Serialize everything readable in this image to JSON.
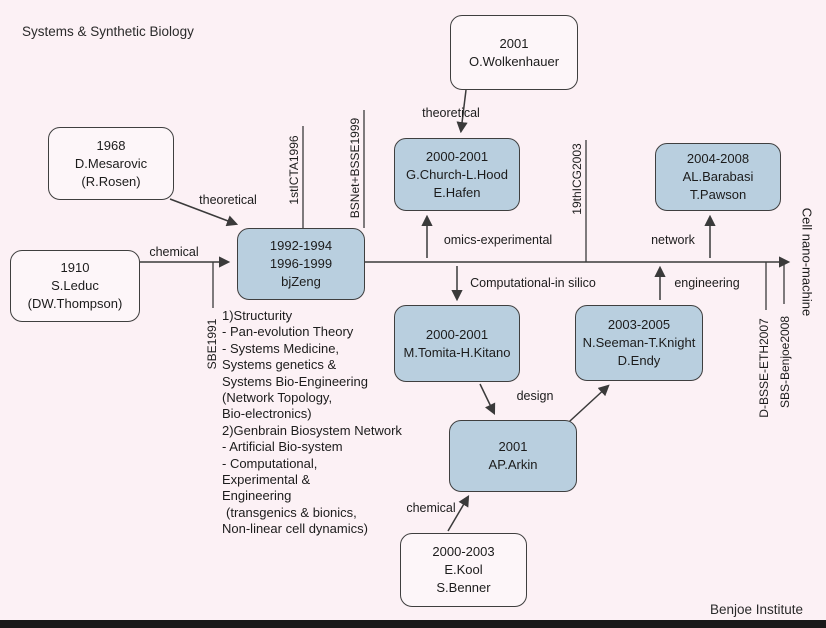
{
  "page": {
    "title": "Systems & Synthetic Biology",
    "credit": "Benjoe Institute"
  },
  "colors": {
    "background": "#fcf1f5",
    "node_blue": "#b9cfdf",
    "node_light": "#fdf6f9",
    "line": "#3a3a3a"
  },
  "nodes": {
    "wolkenhauer": {
      "lines": [
        "2001",
        "O.Wolkenhauer"
      ]
    },
    "mesarovic": {
      "lines": [
        "1968",
        "D.Mesarovic",
        "(R.Rosen)"
      ]
    },
    "leduc": {
      "lines": [
        "1910",
        "S.Leduc",
        "(DW.Thompson)"
      ]
    },
    "zeng": {
      "lines": [
        "1992-1994",
        "1996-1999",
        "bjZeng"
      ]
    },
    "church": {
      "lines": [
        "2000-2001",
        "G.Church-L.Hood",
        "E.Hafen"
      ]
    },
    "barabasi": {
      "lines": [
        "2004-2008",
        "AL.Barabasi",
        "T.Pawson"
      ]
    },
    "tomita": {
      "lines": [
        "2000-2001",
        "M.Tomita-H.Kitano"
      ]
    },
    "seeman": {
      "lines": [
        "2003-2005",
        "N.Seeman-T.Knight",
        "D.Endy"
      ]
    },
    "arkin": {
      "lines": [
        "2001",
        "AP.Arkin"
      ]
    },
    "kool": {
      "lines": [
        "2000-2003",
        "E.Kool",
        "S.Benner"
      ]
    }
  },
  "edge_labels": {
    "theoretical_top": "theoretical",
    "theoretical_left": "theoretical",
    "chemical_left": "chemical",
    "omics": "omics-experimental",
    "computational": "Computational-in silico",
    "network": "network",
    "engineering": "engineering",
    "design": "design",
    "chemical_bottom": "chemical"
  },
  "milestones": {
    "icta": "1stICTA1996",
    "bsnet": "BSNet+BSSE1999",
    "icg": "19thICG2003",
    "sbe": "SBE1991",
    "dbsse": "D-BSSE-ETH2007",
    "sbs": "SBS-Benjoe2008",
    "cell": "Cell nano-machine"
  },
  "notes": [
    "1)Structurity",
    "- Pan-evolution Theory",
    "- Systems Medicine,",
    "Systems genetics &",
    "Systems Bio-Engineering",
    "(Network Topology,",
    "Bio-electronics)",
    "2)Genbrain Biosystem Network",
    "- Artificial Bio-system",
    "- Computational,",
    "Experimental &",
    "Engineering",
    "(transgenics & bionics,",
    "Non-linear cell dynamics)"
  ]
}
